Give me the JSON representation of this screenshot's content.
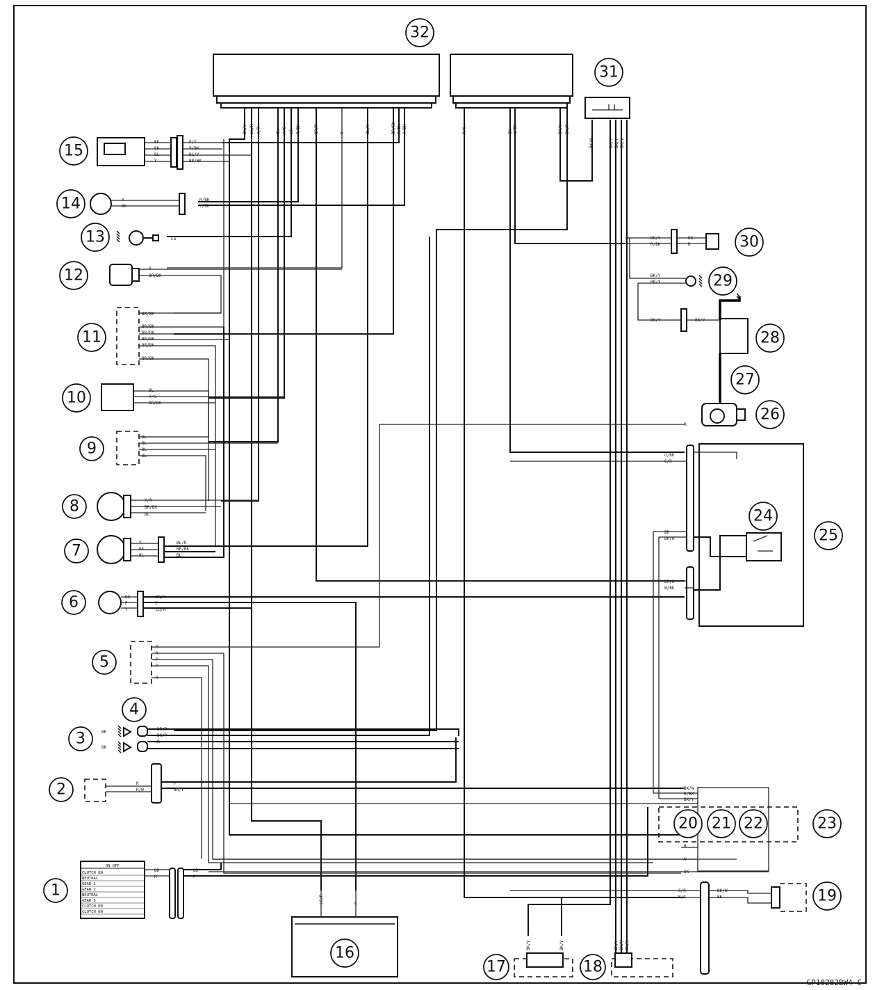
{
  "diagram": {
    "reference": "GP10282BW4 C",
    "callouts": {
      "c1": "1",
      "c2": "2",
      "c3": "3",
      "c4": "4",
      "c5": "5",
      "c6": "6",
      "c7": "7",
      "c8": "8",
      "c9": "9",
      "c10": "10",
      "c11": "11",
      "c12": "12",
      "c13": "13",
      "c14": "14",
      "c15": "15",
      "c16": "16",
      "c17": "17",
      "c18": "18",
      "c19": "19",
      "c20": "20",
      "c21": "21",
      "c22": "22",
      "c23": "23",
      "c24": "24",
      "c25": "25",
      "c26": "26",
      "c27": "27",
      "c28": "28",
      "c29": "29",
      "c30": "30",
      "c31": "31",
      "c32": "32"
    },
    "wire_codes": {
      "ecu_a": [
        "BK/Y",
        "LG/R",
        "Y/R",
        "BL",
        "Y/G",
        "LG",
        "R/BK",
        "BR/R",
        "B",
        "BL/R",
        "BR/BK",
        "P/BK",
        "Y/BK"
      ],
      "ecu_b": [
        "R/G",
        "BK",
        "W/BK",
        "BK/Y",
        "BK/R"
      ],
      "c31": [
        "BK/Y",
        "BK/Y",
        "BK/Y",
        "BK/R"
      ],
      "c15": [
        "BK",
        "BK",
        "BL",
        "Y",
        "R/Y",
        "P/BK",
        "BL/Y",
        "BR/BK"
      ],
      "c14": [
        "Y",
        "BK",
        "R/BK",
        "Y/BK"
      ],
      "c13": [
        "LG"
      ],
      "c12": [
        "P",
        "BR/BK"
      ],
      "c11": [
        "BR/BK",
        "BR/BK",
        "BR/BK",
        "BR/BK",
        "BR/BK",
        "BR/BK"
      ],
      "c10": [
        "BL",
        "Y/G",
        "BR/BK"
      ],
      "c9": [
        "BL",
        "BL",
        "BL",
        "BL"
      ],
      "c8": [
        "Y/R",
        "BR/BK",
        "BL"
      ],
      "c7": [
        "Y",
        "BK",
        "BL",
        "BL/R",
        "BR/BK",
        "BL"
      ],
      "c6": [
        "BK",
        "P",
        "Y",
        "BR/Y",
        "P",
        "LG/R"
      ],
      "c5": [
        "R",
        "R",
        "P",
        "P",
        "R"
      ],
      "c3": [
        "BR",
        "BK",
        "BR/R",
        "BK/P",
        "R"
      ],
      "c2": [
        "R",
        "R/W",
        "P",
        "BR/Y"
      ],
      "c1": [
        "BR",
        "R",
        "BR",
        "P"
      ],
      "c30": [
        "BK/Y",
        "R/BK",
        "BK",
        "R"
      ],
      "c29": [
        "BK/Y",
        "BK/Y"
      ],
      "c28": [
        "BK/Y",
        "BK/Y"
      ],
      "c26": [
        "R"
      ],
      "c25": [
        "G/BK",
        "G/R",
        "BR",
        "BR/R",
        "BR/R",
        "W/BK"
      ],
      "c23": [
        "BK/W",
        "R/BK",
        "BK/Y",
        "R",
        "W",
        "BK"
      ],
      "c19": [
        "G/R",
        "R/G",
        "BK/W",
        "BK"
      ],
      "c16": [
        "LG/R",
        "P"
      ],
      "c17": [
        "BK/Y",
        "BK/Y"
      ],
      "c18": [
        "BK/Y",
        "BK/Y",
        "BK/Y"
      ]
    },
    "switch_table": {
      "header": "ON  OFF",
      "rows": [
        "CLUTCH ON",
        "NEUTRAL",
        "GEAR 1",
        "GEAR 2",
        "NEUTRAL",
        "GEAR 3",
        "CLUTCH ON",
        "CLUTCH ON"
      ]
    }
  }
}
